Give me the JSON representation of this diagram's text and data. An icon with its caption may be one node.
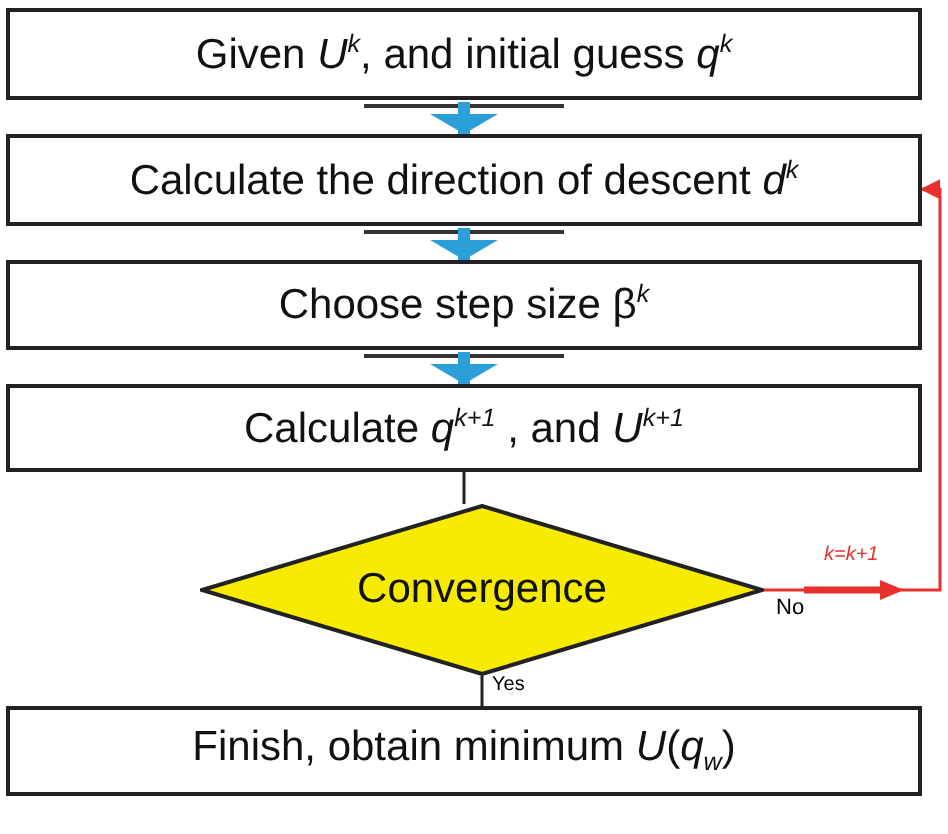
{
  "diagram": {
    "nodes": [
      {
        "text": [
          "Given *U*$^{k}$, and initial guess *q*$^{k}$"
        ]
      },
      {
        "text": [
          "Calculate the direction of descent *d*$^{k}$"
        ]
      },
      {
        "text": [
          "Choose step size β$^{k}$"
        ]
      },
      {
        "text": [
          "Calculate *q*$^{k+1}$ , and *U*$^{k+1}$"
        ]
      },
      {
        "text": [
          "Convergence"
        ]
      },
      {
        "text": [
          "Finish, obtain minimum *U*(*q*$_{w}$)"
        ]
      }
    ],
    "edges": [
      {
        "from": 0,
        "to": 1,
        "arrow": "to",
        "style": "thick",
        "color": "#2a9fd8"
      },
      {
        "from": 1,
        "to": 2,
        "arrow": "to",
        "style": "thick",
        "color": "#2a9fd8"
      },
      {
        "from": 2,
        "to": 3,
        "arrow": "to",
        "style": "thick",
        "color": "#2a9fd8"
      },
      {
        "from": 3,
        "to": 4,
        "arrow": "none",
        "color": "#222222"
      },
      {
        "from": 4,
        "to": 5,
        "arrow": "none",
        "label": "Yes",
        "color": "#222222"
      },
      {
        "from": 4,
        "to": 1,
        "arrow": "to",
        "label": "No",
        "color": "#e8312f"
      }
    ],
    "labels": [
      "k=k+1"
    ]
  }
}
